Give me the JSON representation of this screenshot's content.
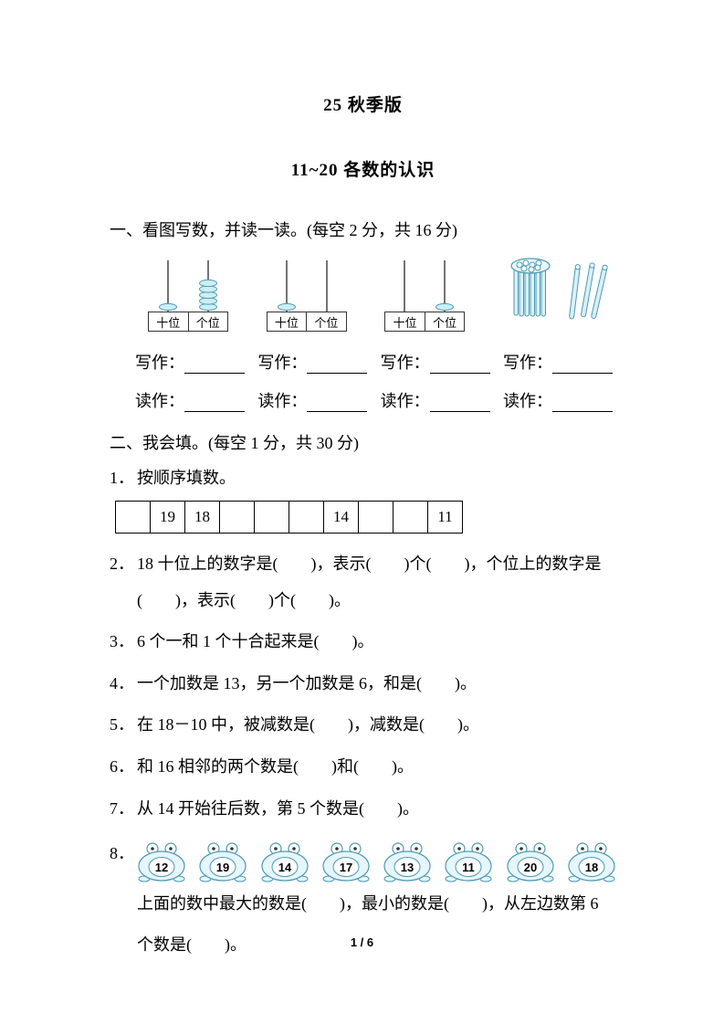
{
  "page": {
    "edition": "25 秋季版",
    "title": "11~20 各数的认识",
    "footer": "1 / 6"
  },
  "section1": {
    "heading": "一、看图写数，并读一读。(每空 2 分，共 16 分)",
    "abacus_label_tens": "十位",
    "abacus_label_ones": "个位",
    "abacuses": [
      {
        "tens_beads": 1,
        "ones_beads": 5
      },
      {
        "tens_beads": 1,
        "ones_beads": 0
      },
      {
        "tens_beads": 0,
        "ones_beads": 1
      }
    ],
    "sticks": {
      "bundle": 10,
      "loose": 3
    },
    "write_label": "写作：",
    "read_label": "读作："
  },
  "section2": {
    "heading": "二、我会填。(每空 1 分，共 30 分)",
    "item1": {
      "num": "1．",
      "text": "按顺序填数。",
      "cells": [
        "",
        "19",
        "18",
        "",
        "",
        "",
        "14",
        "",
        "",
        "11"
      ]
    },
    "item2": {
      "num": "2．",
      "text": "18 十位上的数字是(　　)，表示(　　)个(　　)，个位上的数字是(　　)，表示(　　)个(　　)。"
    },
    "item3": {
      "num": "3．",
      "text": "6 个一和 1 个十合起来是(　　)。"
    },
    "item4": {
      "num": "4．",
      "text": "一个加数是 13，另一个加数是 6，和是(　　)。"
    },
    "item5": {
      "num": "5．",
      "text": "在 18－10 中，被减数是(　　)，减数是(　　)。"
    },
    "item6": {
      "num": "6．",
      "text": "和 16 相邻的两个数是(　　)和(　　)。"
    },
    "item7": {
      "num": "7．",
      "text": "从 14 开始往后数，第 5 个数是(　　)。"
    },
    "item8": {
      "num": "8．",
      "frogs": [
        "12",
        "19",
        "14",
        "17",
        "13",
        "11",
        "20",
        "18"
      ],
      "text": "上面的数中最大的数是(　　)，最小的数是(　　)，从左边数第 6 个数是(　　)。"
    }
  }
}
